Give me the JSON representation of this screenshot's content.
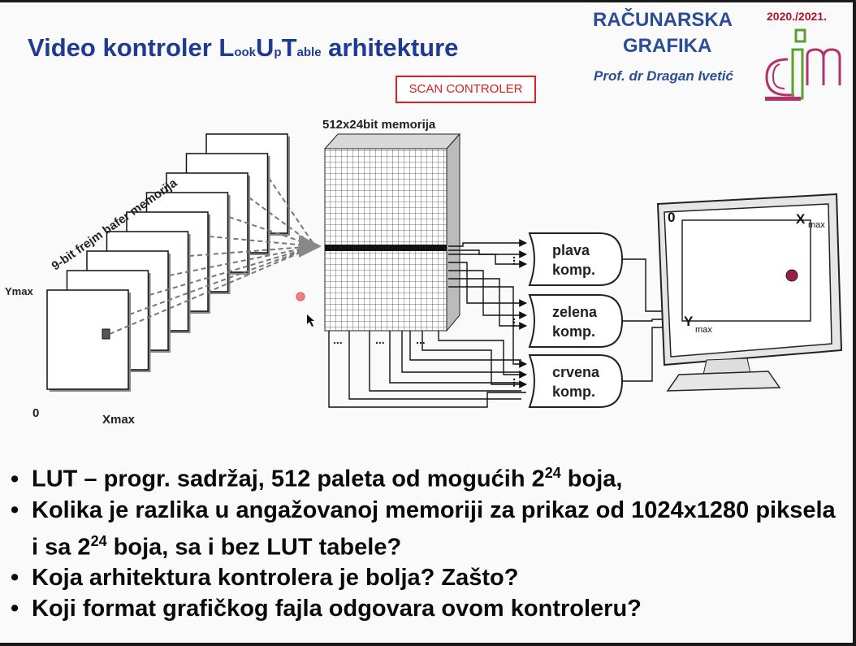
{
  "slide": {
    "title_parts": [
      "Video kontroler L",
      "ook",
      "U",
      "p",
      "T",
      "able",
      " arhitekture"
    ],
    "course_line1": "RAČUNARSKA",
    "course_line2": "GRAFIKA",
    "year": "2020./2021.",
    "professor": "Prof. dr Dragan Ivetić",
    "scan_label": "SCAN CONTROLER"
  },
  "diagram": {
    "framebuffer_label": "9-bit frejm bafer memorija",
    "ymax": "Ymax",
    "xmax": "Xmax",
    "origin": "0",
    "memory_label": "512x24bit memorija",
    "dots": "...",
    "components": [
      {
        "line1": "plava",
        "line2": "komp."
      },
      {
        "line1": "zelena",
        "line2": "komp."
      },
      {
        "line1": "crvena",
        "line2": "komp."
      }
    ],
    "monitor_zero": "0",
    "monitor_x": "X",
    "monitor_y": "Y",
    "monitor_sub": "max"
  },
  "bullets": [
    {
      "pre": "LUT – progr. sadržaj, 512 paleta od mogućih 2",
      "sup": "24",
      "post": " boja,"
    },
    {
      "pre": "Kolika je razlika u angažovanoj memoriji za prikaz od 1024x1280 piksela i sa 2",
      "sup": "24",
      "post": " boja, sa i bez LUT tabele?"
    },
    {
      "pre": "Koja arhitektura kontrolera je bolja? Zašto?",
      "sup": "",
      "post": ""
    },
    {
      "pre": "Koji format grafičkog fajla odgovara ovom kontroleru?",
      "sup": "",
      "post": ""
    }
  ],
  "colors": {
    "title": "#1f3a93",
    "accent_red": "#d42020",
    "logo_green": "#5aa02c",
    "logo_magenta": "#b4316b"
  }
}
